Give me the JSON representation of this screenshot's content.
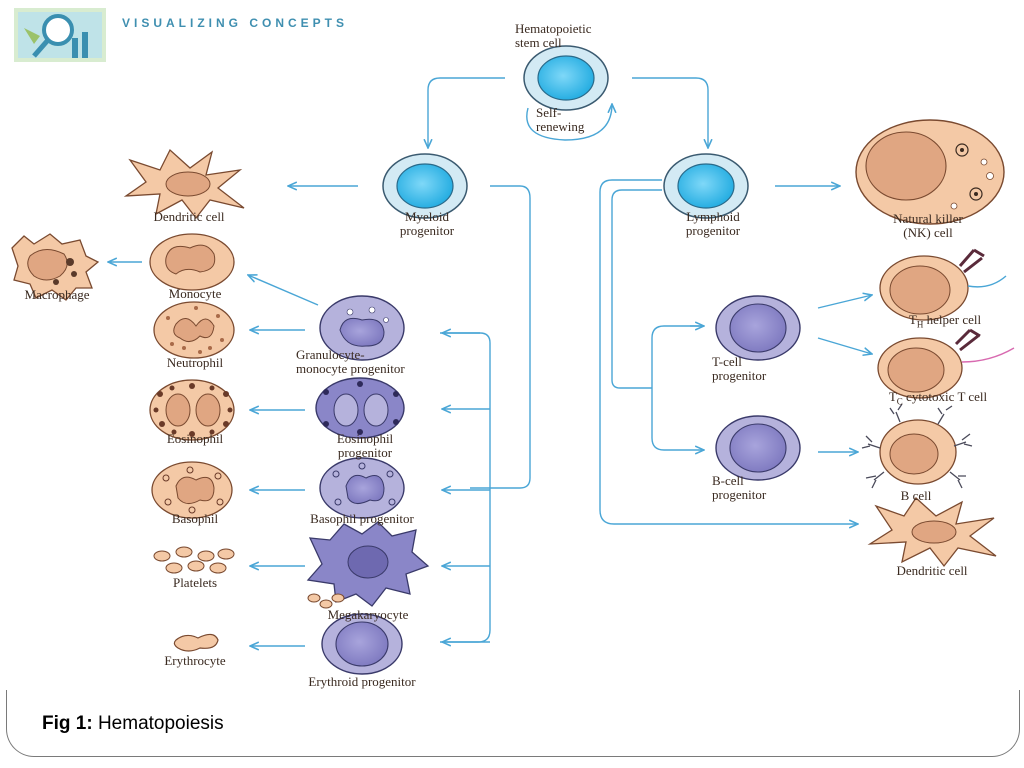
{
  "header": {
    "title": "VISUALIZING CONCEPTS"
  },
  "caption": {
    "prefix": "Fig 1:",
    "text": "Hematopoiesis"
  },
  "cells": {
    "stem": "Hematopoietic\nstem cell",
    "self_renewing": "Self-\nrenewing",
    "myeloid": "Myeloid\nprogenitor",
    "lymphoid": "Lymphoid\nprogenitor",
    "dendritic_left": "Dendritic cell",
    "macrophage": "Macrophage",
    "monocyte": "Monocyte",
    "neutrophil": "Neutrophil",
    "granulocyte_monocyte": "Granulocyte-\nmonocyte progenitor",
    "eosinophil": "Eosinophil",
    "eosinophil_progenitor": "Eosinophil\nprogenitor",
    "basophil": "Basophil",
    "basophil_progenitor": "Basophil progenitor",
    "platelets": "Platelets",
    "megakaryocyte": "Megakaryocyte",
    "erythrocyte": "Erythrocyte",
    "erythroid_progenitor": "Erythroid progenitor",
    "nk_cell": "Natural killer\n(NK) cell",
    "th_main": "T",
    "th_sub": "H",
    "th_rest": " helper cell",
    "tc_main": "T",
    "tc_sub": "C",
    "tc_rest": " cytotoxic T cell",
    "t_progenitor": "T-cell\nprogenitor",
    "b_progenitor": "B-cell\nprogenitor",
    "b_cell": "B cell",
    "dendritic_right": "Dendritic cell"
  },
  "colors": {
    "arrow": "#4aa6d6",
    "stem_fill": "#3bb8e8",
    "tan": "#f4c9a6",
    "tan_dark": "#e3a882",
    "purple": "#8a86c8",
    "purple_light": "#b5b2dc"
  }
}
